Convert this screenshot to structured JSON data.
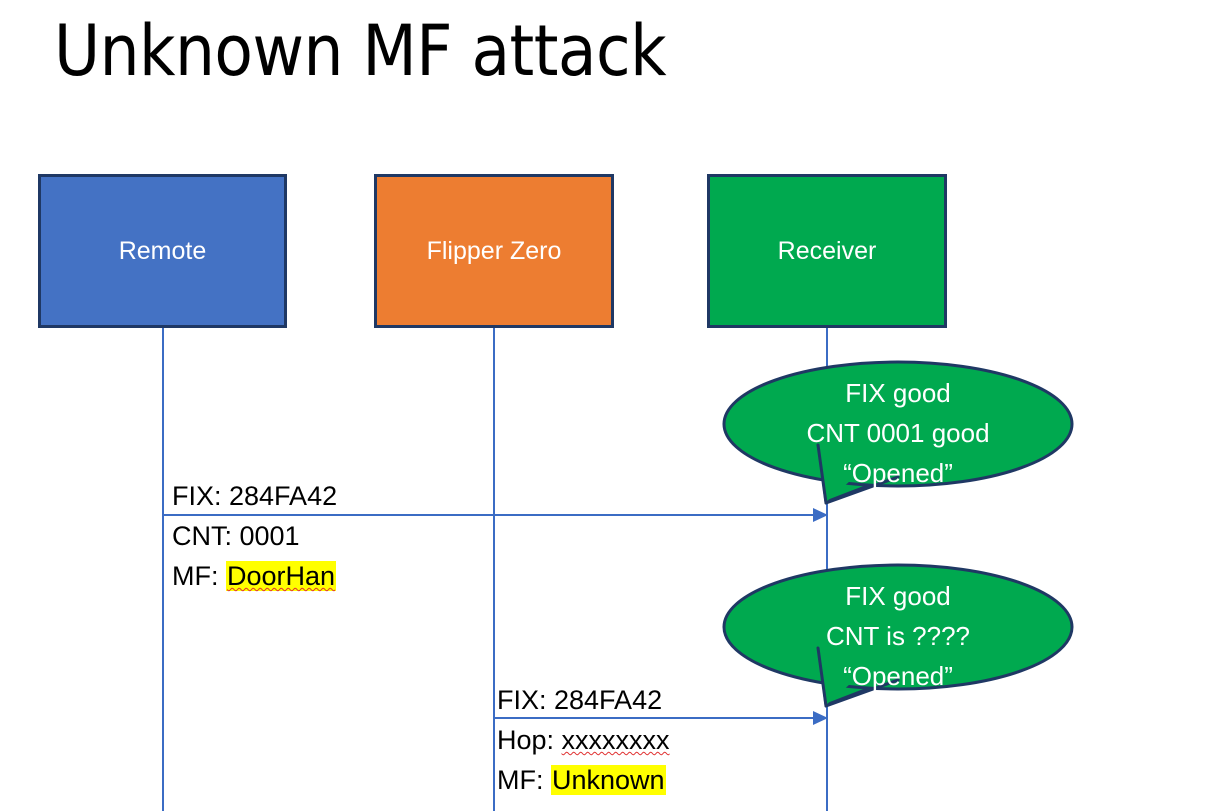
{
  "slide": {
    "title": "Unknown MF attack",
    "background_color": "#FFFFFF"
  },
  "colors": {
    "remote_fill": "#4472C4",
    "flipper_fill": "#ED7D31",
    "receiver_fill": "#00A94F",
    "box_border": "#1F3864",
    "lifeline": "#3B6CC4",
    "bubble_fill": "#00A94F",
    "bubble_border": "#1F3864",
    "highlight": "#FFFF00",
    "spellcheck_underline": "#E03030",
    "text_on_fill": "#FFFFFF",
    "text_default": "#000000"
  },
  "actors": [
    {
      "id": "remote",
      "label": "Remote"
    },
    {
      "id": "flipper",
      "label": "Flipper Zero"
    },
    {
      "id": "receiver",
      "label": "Receiver"
    }
  ],
  "messages": [
    {
      "id": "msg-1",
      "from": "remote",
      "to": "receiver",
      "line1": "FIX: 284FA42",
      "line2": "CNT: 0001",
      "line3_prefix": "MF: ",
      "line3_highlighted": "DoorHan"
    },
    {
      "id": "msg-2",
      "from": "flipper",
      "to": "receiver",
      "line1": "FIX: 284FA42",
      "line2_prefix": "Hop: ",
      "line2_misspelled": "xxxxxxxx",
      "line3_prefix": "MF: ",
      "line3_highlighted": "Unknown"
    }
  ],
  "bubbles": [
    {
      "id": "bubble-1",
      "line1": "FIX good",
      "line2": "CNT 0001 good",
      "line3": "“Opened”"
    },
    {
      "id": "bubble-2",
      "line1": "FIX good",
      "line2": "CNT is ????",
      "line3": "“Opened”"
    }
  ]
}
